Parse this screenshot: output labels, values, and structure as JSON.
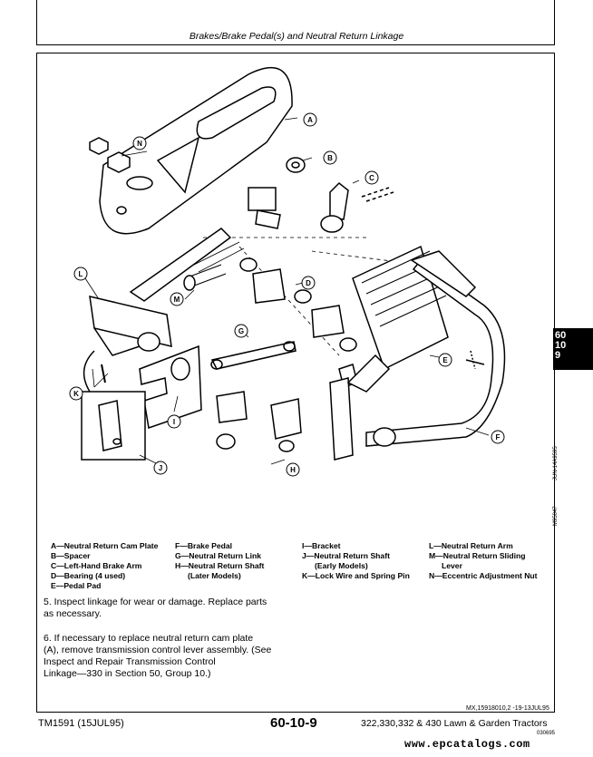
{
  "header": {
    "title": "Brakes/Brake Pedal(s) and Neutral Return Linkage"
  },
  "diagram": {
    "callouts": [
      "A",
      "B",
      "C",
      "D",
      "E",
      "F",
      "G",
      "H",
      "I",
      "J",
      "K",
      "L",
      "M",
      "N"
    ],
    "side_code_1": "JUN-14A9595",
    "side_code_2": "M95047"
  },
  "legend": {
    "col1": [
      "A—Neutral Return Cam Plate",
      "B—Spacer",
      "C—Left-Hand Brake Arm",
      "D—Bearing (4 used)",
      "E—Pedal Pad"
    ],
    "col2": [
      "F—Brake Pedal",
      "G—Neutral Return Link",
      "H—Neutral Return Shaft",
      "(Later Models)"
    ],
    "col3": [
      "I—Bracket",
      "J—Neutral Return Shaft",
      "(Early Models)",
      "K—Lock Wire and Spring Pin"
    ],
    "col4": [
      "L—Neutral Return Arm",
      "M—Neutral Return Sliding",
      "Lever",
      "N—Eccentric Adjustment Nut"
    ]
  },
  "steps": [
    {
      "lines": [
        "5. Inspect linkage for wear or damage. Replace parts",
        "as necessary."
      ]
    },
    {
      "lines": [
        "6. If necessary to replace neutral return cam plate",
        "(A), remove transmission control lever assembly. (See",
        "Inspect and Repair Transmission Control",
        "Linkage—330 in Section 50, Group 10.)"
      ]
    }
  ],
  "side_tab": {
    "line1": "60",
    "line2": "10",
    "line3": "9"
  },
  "footer": {
    "ref": "MX,15918010,2 -19-13JUL95",
    "left": "TM1591 (15JUL95)",
    "page": "60-10-9",
    "right": "322,330,332 & 430 Lawn & Garden Tractors",
    "num": "030695"
  },
  "watermark": "www.epcatalogs.com"
}
